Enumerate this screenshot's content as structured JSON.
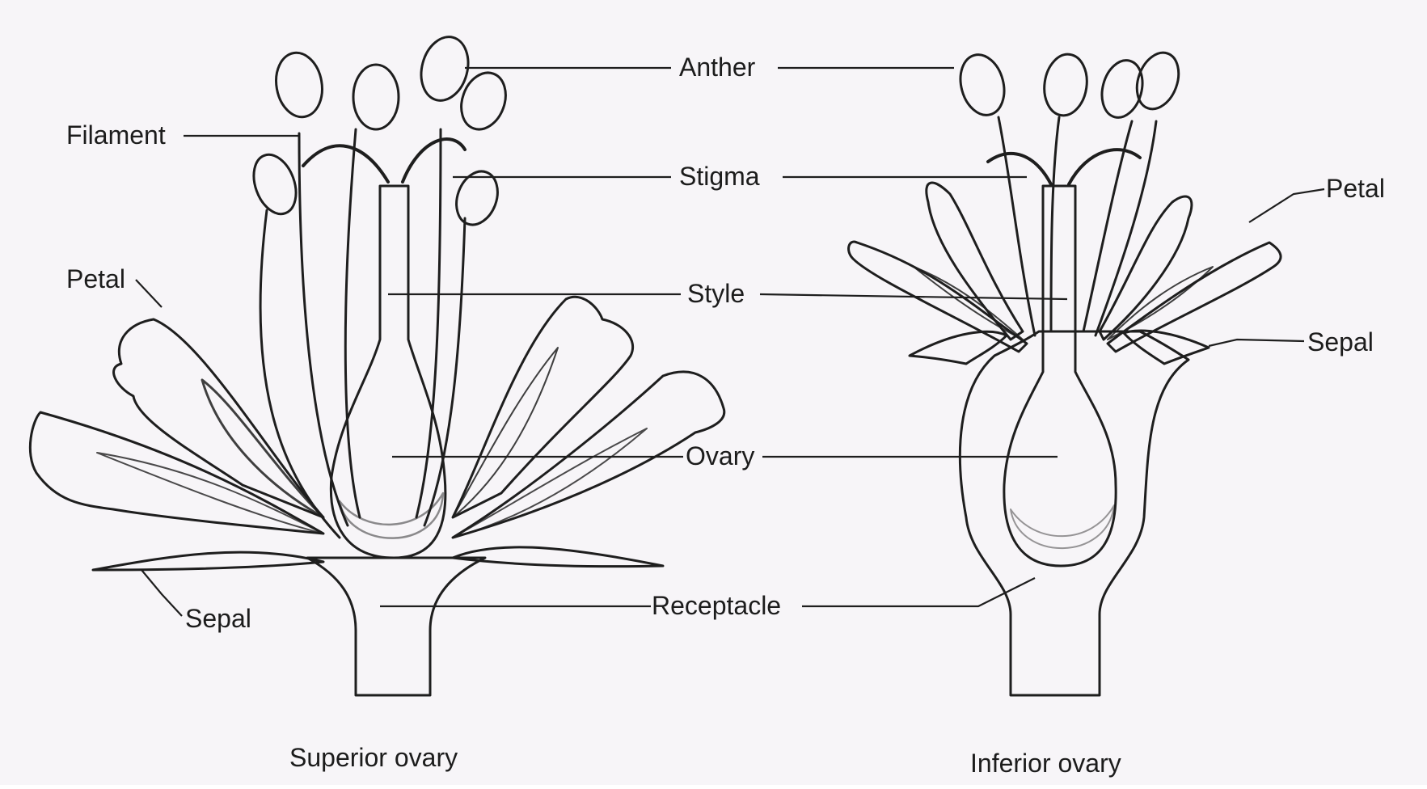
{
  "labels": {
    "anther": "Anther",
    "filament": "Filament",
    "stigma": "Stigma",
    "petal_left": "Petal",
    "petal_right": "Petal",
    "style": "Style",
    "sepal_left": "Sepal",
    "sepal_right": "Sepal",
    "ovary": "Ovary",
    "receptacle": "Receptacle"
  },
  "captions": {
    "left": "Superior ovary",
    "right": "Inferior ovary"
  },
  "colors": {
    "background": "#f7f5f8",
    "ink": "#1e1e1e"
  }
}
